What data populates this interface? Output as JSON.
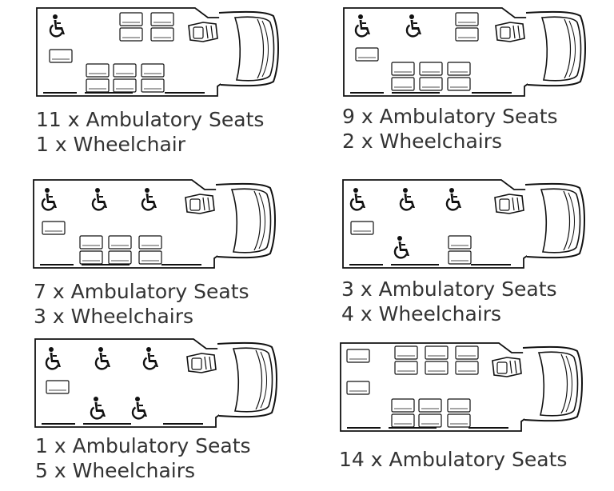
{
  "layouts": [
    {
      "lines": [
        "11 x Ambulatory Seats",
        "1 x Wheelchair"
      ]
    },
    {
      "lines": [
        "9 x Ambulatory Seats",
        "2 x Wheelchairs"
      ]
    },
    {
      "lines": [
        "7 x Ambulatory Seats",
        "3 x Wheelchairs"
      ]
    },
    {
      "lines": [
        "3 x Ambulatory Seats",
        "4 x Wheelchairs"
      ]
    },
    {
      "lines": [
        "1 x Ambulatory Seats",
        "5 x Wheelchairs"
      ]
    },
    {
      "lines": [
        "14 x Ambulatory Seats"
      ]
    }
  ],
  "icons": {
    "wheelchair": "wheelchair-icon",
    "seat": "seat-icon",
    "driver_seat": "driver-seat-icon"
  },
  "colors": {
    "line": "#111111",
    "text": "#333333"
  }
}
